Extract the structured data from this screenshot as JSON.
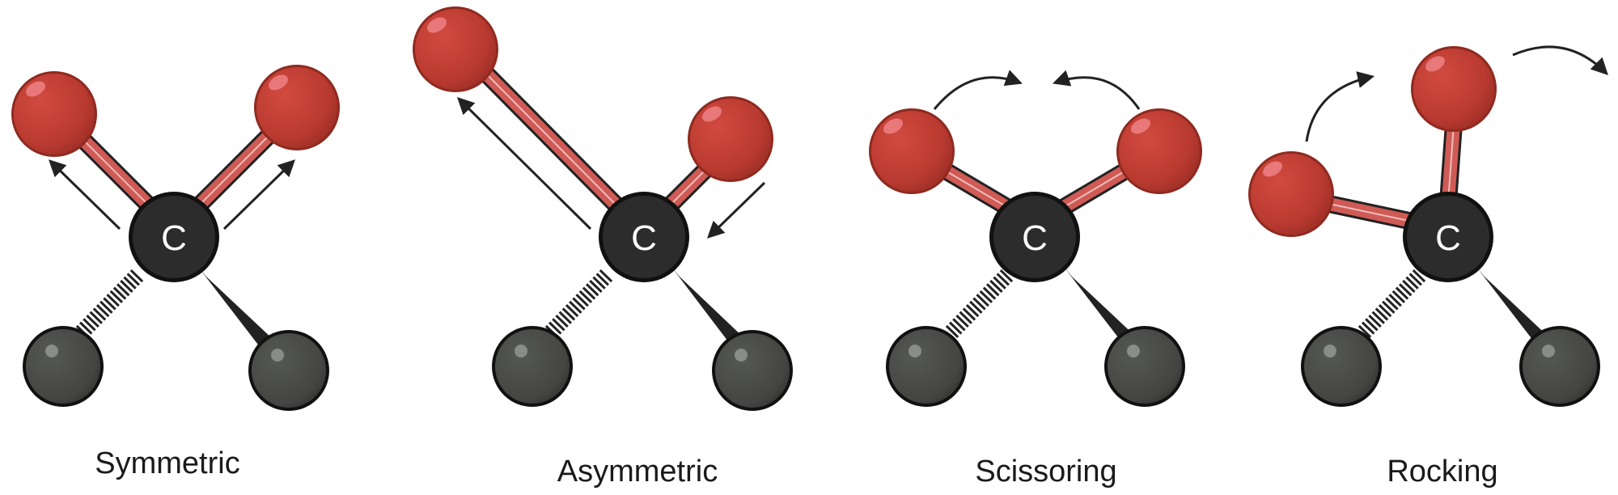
{
  "diagram": {
    "carbon_symbol": "C",
    "panels": [
      {
        "label": "Symmetric"
      },
      {
        "label": "Asymmetric"
      },
      {
        "label": "Scissoring"
      },
      {
        "label": "Rocking"
      }
    ]
  },
  "colors": {
    "oxygen": "#c0392b",
    "oxygen_dark": "#8f2a20",
    "bond_red": "#d05a55",
    "carbon": "#2c2c2c",
    "ligand": "#3f403e",
    "arrow": "#222222"
  }
}
